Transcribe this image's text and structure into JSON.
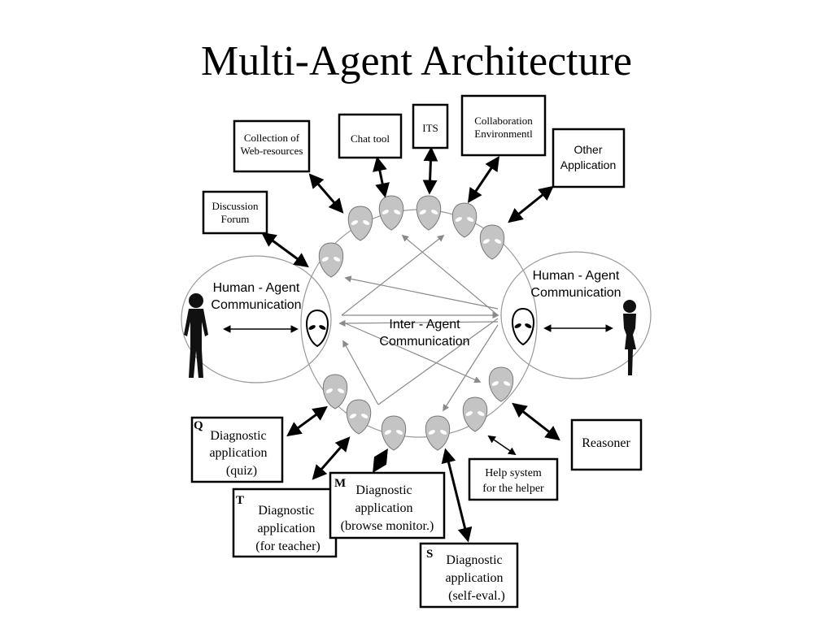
{
  "title": "Multi-Agent Architecture",
  "colors": {
    "agent_fill": "#c4c4c4",
    "line": "#000000",
    "thin_line": "#8a8a8a"
  },
  "labels": {
    "human_agent_left_1": "Human - Agent",
    "human_agent_left_2": "Communication",
    "human_agent_right_1": "Human - Agent",
    "human_agent_right_2": "Communication",
    "inter_agent_1": "Inter - Agent",
    "inter_agent_2": "Communication"
  },
  "boxes": {
    "web_resources": [
      "Collection of",
      "Web-resources"
    ],
    "chat_tool": [
      "Chat tool"
    ],
    "its": [
      "ITS"
    ],
    "collaboration": [
      "Collaboration",
      "Environmentl"
    ],
    "other_app": [
      "Other",
      "Application"
    ],
    "discussion_forum": [
      "Discussion",
      "Forum"
    ],
    "reasoner": [
      "Reasoner"
    ],
    "help_system": [
      "Help system",
      "for the helper"
    ],
    "quiz": {
      "letter": "Q",
      "lines": [
        "Diagnostic",
        "application",
        "(quiz)"
      ]
    },
    "teacher": {
      "letter": "T",
      "lines": [
        "Diagnostic",
        "application",
        "(for teacher)"
      ]
    },
    "browse": {
      "letter": "M",
      "lines": [
        "Diagnostic",
        "application",
        "(browse monitor.)"
      ]
    },
    "self_eval": {
      "letter": "S",
      "lines": [
        "Diagnostic",
        "application",
        "(self-eval.)"
      ]
    }
  }
}
